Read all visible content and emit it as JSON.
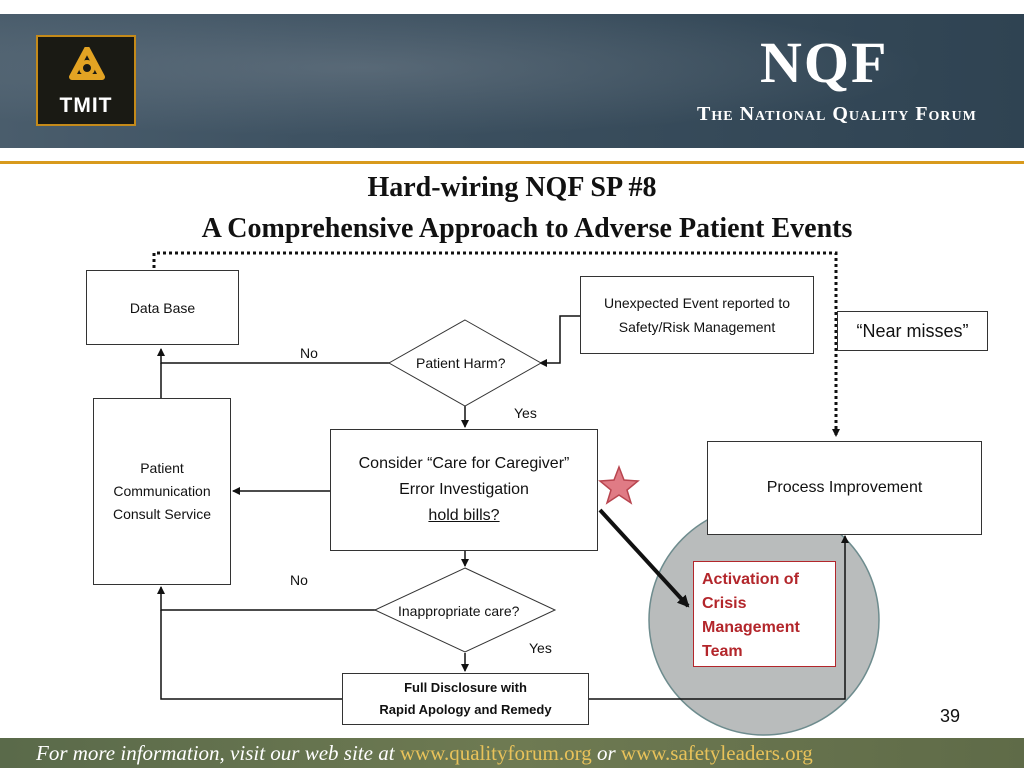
{
  "header": {
    "tmit_logo_text": "TMIT",
    "nqf_abbrev": "NQF",
    "nqf_full_name": "The National Quality Forum"
  },
  "title": {
    "line1": "Hard-wiring NQF SP #8",
    "line2": "A Comprehensive Approach to Adverse Patient Events"
  },
  "flowchart": {
    "data_base": "Data Base",
    "unexpected_event_line1": "Unexpected Event reported to",
    "unexpected_event_line2": "Safety/Risk Management",
    "near_misses": "“Near misses”",
    "patient_harm": "Patient Harm?",
    "no_label_1": "No",
    "yes_label_1": "Yes",
    "patient_comm_line1": "Patient",
    "patient_comm_line2": "Communication",
    "patient_comm_line3": "Consult Service",
    "consider_line1": "Consider “Care for Caregiver”",
    "consider_line2": "Error Investigation",
    "consider_line3": "hold bills?",
    "process_improvement": "Process Improvement",
    "activation_line1": "Activation of",
    "activation_line2": "Crisis",
    "activation_line3": "Management",
    "activation_line4": "Team",
    "no_label_2": "No",
    "inappropriate_care": "Inappropriate care?",
    "yes_label_2": "Yes",
    "disclosure_line1": "Full Disclosure with",
    "disclosure_line2": "Rapid Apology and Remedy"
  },
  "slide_number": "39",
  "footer": {
    "prefix": "For more information, visit our web site at",
    "url1": "www.qualityforum.org",
    "or": "or",
    "url2": "www.safetyleaders.org"
  },
  "colors": {
    "header_bg": "#3e5262",
    "accent_gold": "#d89a1c",
    "activation_text": "#b3262b",
    "circle_fill": "#b9bcbc",
    "star_fill": "#e07b85"
  }
}
